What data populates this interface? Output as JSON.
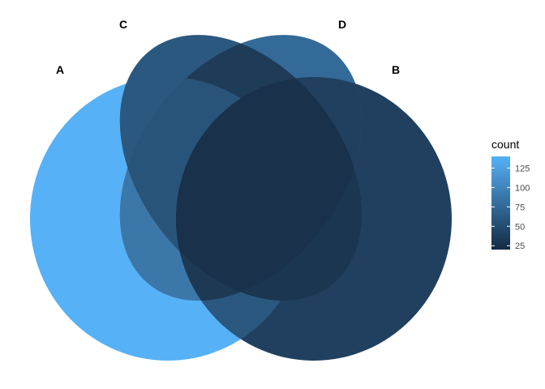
{
  "chart_data": {
    "type": "venn",
    "sets": [
      {
        "name": "A",
        "color": "#56B1F7"
      },
      {
        "name": "B",
        "color": "#21405F"
      },
      {
        "name": "C",
        "color": "#2B587F"
      },
      {
        "name": "D",
        "color": "#336A98"
      }
    ],
    "regions": [
      {
        "sets": [
          "A"
        ],
        "count_estimate": 140,
        "color": "#56B1F7"
      },
      {
        "sets": [
          "B"
        ],
        "count_estimate": 45,
        "color": "#21405F"
      },
      {
        "sets": [
          "C"
        ],
        "count_estimate": 60,
        "color": "#2B587F"
      },
      {
        "sets": [
          "D"
        ],
        "count_estimate": 75,
        "color": "#336A98"
      },
      {
        "sets": [
          "A",
          "B"
        ],
        "count_estimate": 60,
        "color": "#2B587F"
      },
      {
        "sets": [
          "A",
          "C"
        ],
        "count_estimate": 60,
        "color": "#2B587F"
      },
      {
        "sets": [
          "A",
          "D"
        ],
        "count_estimate": 80,
        "color": "#3C77A9"
      },
      {
        "sets": [
          "B",
          "C"
        ],
        "count_estimate": 30,
        "color": "#1B3650"
      },
      {
        "sets": [
          "B",
          "D"
        ],
        "count_estimate": 45,
        "color": "#21405F"
      },
      {
        "sets": [
          "C",
          "D"
        ],
        "count_estimate": 40,
        "color": "#1E3B58"
      },
      {
        "sets": [
          "A",
          "B",
          "C"
        ],
        "count_estimate": 30,
        "color": "#1B3650"
      },
      {
        "sets": [
          "A",
          "B",
          "D"
        ],
        "count_estimate": 35,
        "color": "#1D3954"
      },
      {
        "sets": [
          "A",
          "C",
          "D"
        ],
        "count_estimate": 55,
        "color": "#29547A"
      },
      {
        "sets": [
          "B",
          "C",
          "D"
        ],
        "count_estimate": 25,
        "color": "#19314A"
      },
      {
        "sets": [
          "A",
          "B",
          "C",
          "D"
        ],
        "count_estimate": 25,
        "color": "#19314A"
      }
    ],
    "legend": {
      "title": "count",
      "ticks": [
        "125",
        "100",
        "75",
        "50",
        "25"
      ],
      "tick_values": [
        125,
        100,
        75,
        50,
        25
      ],
      "range": [
        20,
        140
      ],
      "low_color": "#132B43",
      "high_color": "#56B1F7",
      "placement": "right"
    }
  }
}
